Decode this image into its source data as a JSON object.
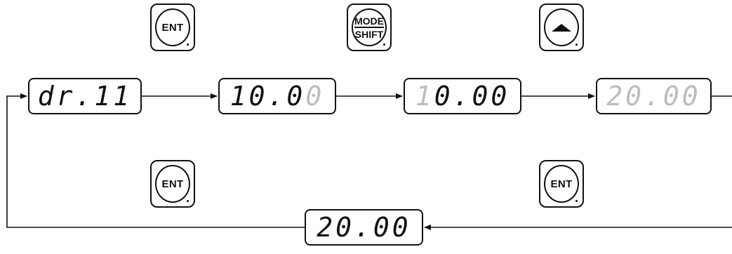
{
  "keys": {
    "ent_1": "ENT",
    "mode_shift": {
      "top": "MODE",
      "bottom": "SHIFT"
    },
    "ent_2": "ENT",
    "ent_3": "ENT"
  },
  "displays": {
    "d1": {
      "active": "dr.11",
      "dim": ""
    },
    "d2": {
      "active": "10.0",
      "dim": "0"
    },
    "d3": {
      "dim": "1",
      "active": "0.00"
    },
    "d4": {
      "active": "",
      "dim": "20.00"
    },
    "d5": {
      "active": "20.00",
      "dim": ""
    }
  }
}
